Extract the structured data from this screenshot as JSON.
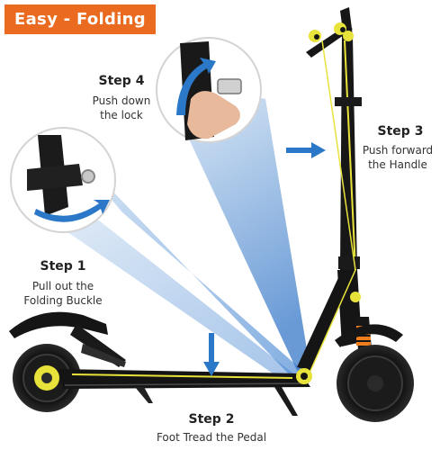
{
  "badge": {
    "label": "Easy - Folding",
    "color": "#ea6a1f"
  },
  "steps": [
    {
      "title": "Step 1",
      "line1": "Pull out the",
      "line2": "Folding Buckle"
    },
    {
      "title": "Step 2",
      "line1": "Foot Tread the Pedal",
      "line2": ""
    },
    {
      "title": "Step 3",
      "line1": "Push forward",
      "line2": "the Handle"
    },
    {
      "title": "Step 4",
      "line1": "Push down",
      "line2": "the lock"
    }
  ],
  "colors": {
    "accent_blue": "#2c78c8",
    "highlight_yellow": "#e8e33a",
    "scooter_black": "#151515",
    "spring_orange": "#f07e1c"
  },
  "icons": {
    "arrow": "blue-arrow-icon",
    "hinge": "yellow-hinge-marker-icon"
  }
}
